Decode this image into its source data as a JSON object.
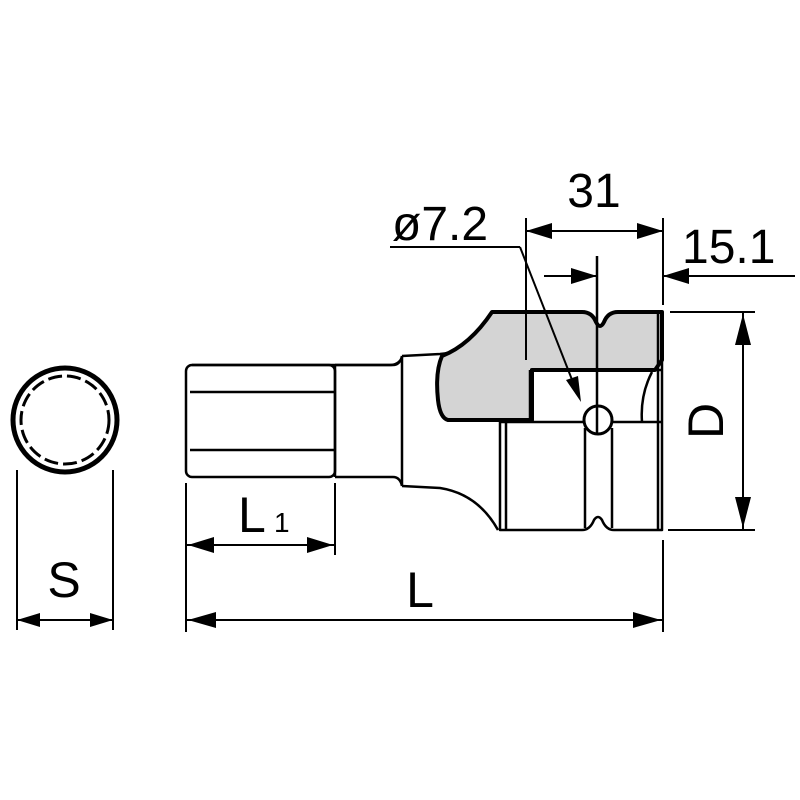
{
  "drawing": {
    "subject": "hex bit socket technical drawing",
    "dimensions": {
      "hole_diameter": "ø7.2",
      "length_31": "31",
      "length_15_1": "15.1",
      "label_D": "D",
      "label_L": "L",
      "label_L1_main": "L",
      "label_L1_sub": "1",
      "label_S": "S"
    },
    "colors": {
      "line": "#000000",
      "shade": "#d4d4d4",
      "background": "#ffffff"
    }
  }
}
